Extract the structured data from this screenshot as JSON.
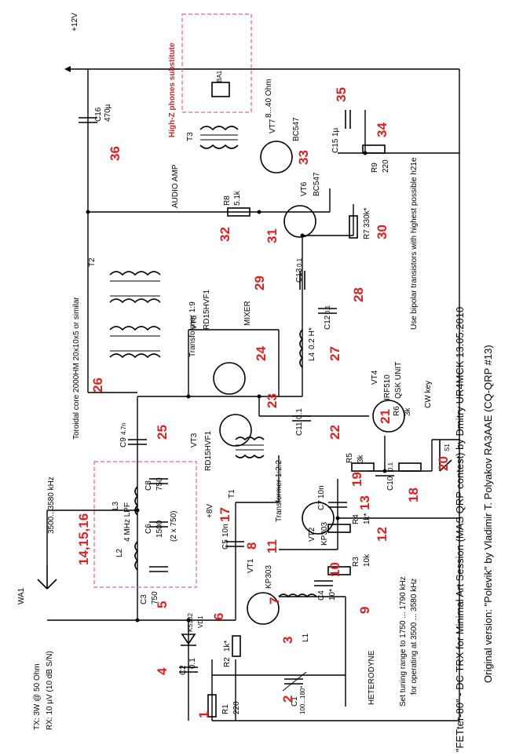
{
  "supply": {
    "label": "+12V"
  },
  "antenna": {
    "ref": "WA1",
    "band": "3500...3580 kHz"
  },
  "specs": {
    "tx": "TX: 3W @ 50 Ohm",
    "rx": "RX: 10 µV (10 dB S/N)"
  },
  "footer": {
    "line1": "\"FETter-80\" - DC TRX for Minimal Art Session (MAS QRP contest) by Dmitry UR4MCK 13.05.2010",
    "line2": "Original version: \"Polevik\" by Vladimir T. Polyakov RA3AAE (CQ-QRP #13)"
  },
  "notes": {
    "toroid": "Toroidal core 2000HM 20x10x5 or similar",
    "transformer19": "Transformer 1:9",
    "transformer122": "Transformer 1:2:2",
    "mixer": "MIXER",
    "audio_amp": "AUDIO AMP",
    "qsk": "QSK UNIT",
    "cw_key": "CW key",
    "bipolar": "Use bipolar transistors with highest possible h21e",
    "heterodyne": "HETERODYNE",
    "tuning1": "Set tuning range to 1750 ... 1790 kHz",
    "tuning2": "for operating at 3500 ... 3580 kHz",
    "lpf": "4 MHz LPF",
    "highz": "High-Z phones substitute",
    "phones": "8...40 Ohm",
    "plus8v": "+8V"
  },
  "components": {
    "T1": "T1",
    "T2": "T2",
    "T3": "T3",
    "L1": "L1",
    "L2": "L2",
    "L3": "L3",
    "L4": "L4",
    "L4v": "0.2 H*",
    "C1": "C1",
    "C1v": "100...180*",
    "C2": "C2",
    "C2v": "0.1",
    "C3": "C3",
    "C3v": "750",
    "C4": "C4",
    "C4v": "10*",
    "C5": "C5",
    "C5v": "10n",
    "C6": "C6",
    "C6v": "1500",
    "C6p": "(2 x 750)",
    "C7": "C7",
    "C7v": "10n",
    "C8": "C8",
    "C8v": "750",
    "C9": "C9",
    "C9v": "4.7n",
    "C10": "C10",
    "C10v": "0.1",
    "C11": "C11",
    "C11v": "0.1",
    "C12": "C12",
    "C12v": "0.1",
    "C13": "C13",
    "C13v": "0.1",
    "C15": "C15",
    "C15v": "1µ",
    "C16": "C16",
    "C16v": "470µ",
    "R1": "R1",
    "R1v": "220",
    "R2": "R2",
    "R2v": "1k*",
    "R3": "R3",
    "R3v": "10k",
    "R4": "R4",
    "R4v": "1k*",
    "R5": "R5",
    "R5v": "3k",
    "R6": "R6",
    "R6v": "3k",
    "R7": "R7",
    "R7v": "330k*",
    "R8": "R8",
    "R8v": "5.1k",
    "R9": "R9",
    "R9v": "220",
    "VD1": "VD1",
    "VD1t": "KS182",
    "VT1": "VT1",
    "VT1t": "KP303",
    "VT2": "VT2",
    "VT2t": "KP303",
    "VT3": "VT3",
    "VT3t": "RD15HVF1",
    "VT4": "VT4",
    "VT4t": "IRF510",
    "VT5": "VT5",
    "VT5t": "RD15HVF1",
    "VT6": "VT6",
    "VT6t": "BC547",
    "VT7": "VT7",
    "VT7t": "BC547",
    "S1": "S1",
    "BA1": "BA1"
  },
  "markers": [
    "1",
    "2",
    "3",
    "4",
    "5",
    "6",
    "7",
    "8",
    "9",
    "10",
    "11",
    "12",
    "13",
    "14,15,16",
    "17",
    "18",
    "19",
    "20",
    "21",
    "22",
    "23",
    "24",
    "25",
    "26",
    "27",
    "28",
    "29",
    "30",
    "31",
    "32",
    "33",
    "34",
    "35",
    "36"
  ]
}
